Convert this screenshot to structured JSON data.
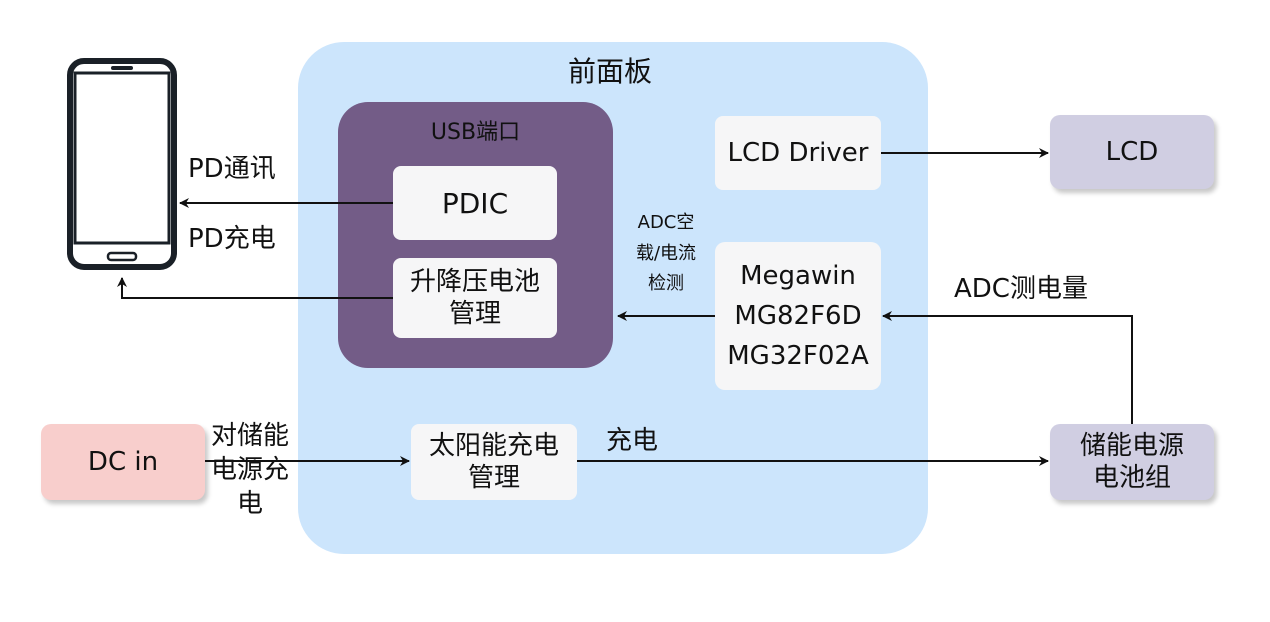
{
  "front_panel": {
    "title": "前面板"
  },
  "usb_port": {
    "title": "USB端口"
  },
  "nodes": {
    "pdic": "PDIC",
    "buck_boost": "升降压电池\n管理",
    "lcd_driver": "LCD Driver",
    "mcu": "Megawin\nMG82F6D\nMG32F02A",
    "solar": "太阳能充电\n管理",
    "lcd": "LCD",
    "battery": "储能电源\n电池组",
    "dc_in": "DC in",
    "phone": "smartphone-icon"
  },
  "edges": {
    "pd_comm": "PD通讯",
    "pd_charge": "PD充电",
    "adc_detect": "ADC空\n载/电流\n检测",
    "adc_measure": "ADC测电量",
    "charge": "充电",
    "dc_charge": "对储能\n电源充\n电"
  },
  "colors": {
    "front_panel": "#cce5fc",
    "usb_port": "#735c87",
    "inner_box": "#f6f6f7",
    "external_box": "#d0cee2",
    "dc_in": "#f8cecc"
  }
}
